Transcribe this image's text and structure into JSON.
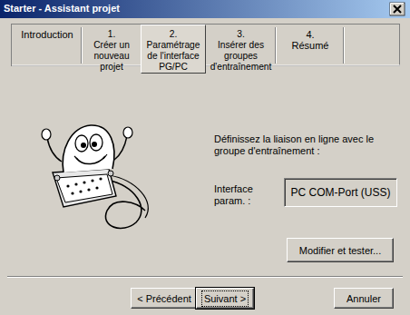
{
  "diagram": {
    "title": "Starter - Assistant projet",
    "nodes": [
      {
        "text": [
          "Introduction"
        ]
      },
      {
        "text": [
          "1.",
          "Créer un nouveau projet"
        ]
      },
      {
        "text": [
          "2.",
          "Paramétrage de l'interface PG/PC"
        ]
      },
      {
        "text": [
          "3.",
          "Insérer des groupes d'entraînement"
        ]
      },
      {
        "text": [
          "4.",
          "Résumé"
        ]
      },
      {
        "text": [
          "PC COM-Port (USS)"
        ]
      },
      {
        "text": [
          "Modifier et tester..."
        ]
      },
      {
        "text": [
          "< Précédent"
        ]
      },
      {
        "text": [
          "Suivant >"
        ]
      },
      {
        "text": [
          "Annuler"
        ]
      }
    ],
    "labels": [
      "Définissez la liaison en ligne avec le groupe d'entraînement :",
      "Interface param. :"
    ]
  }
}
